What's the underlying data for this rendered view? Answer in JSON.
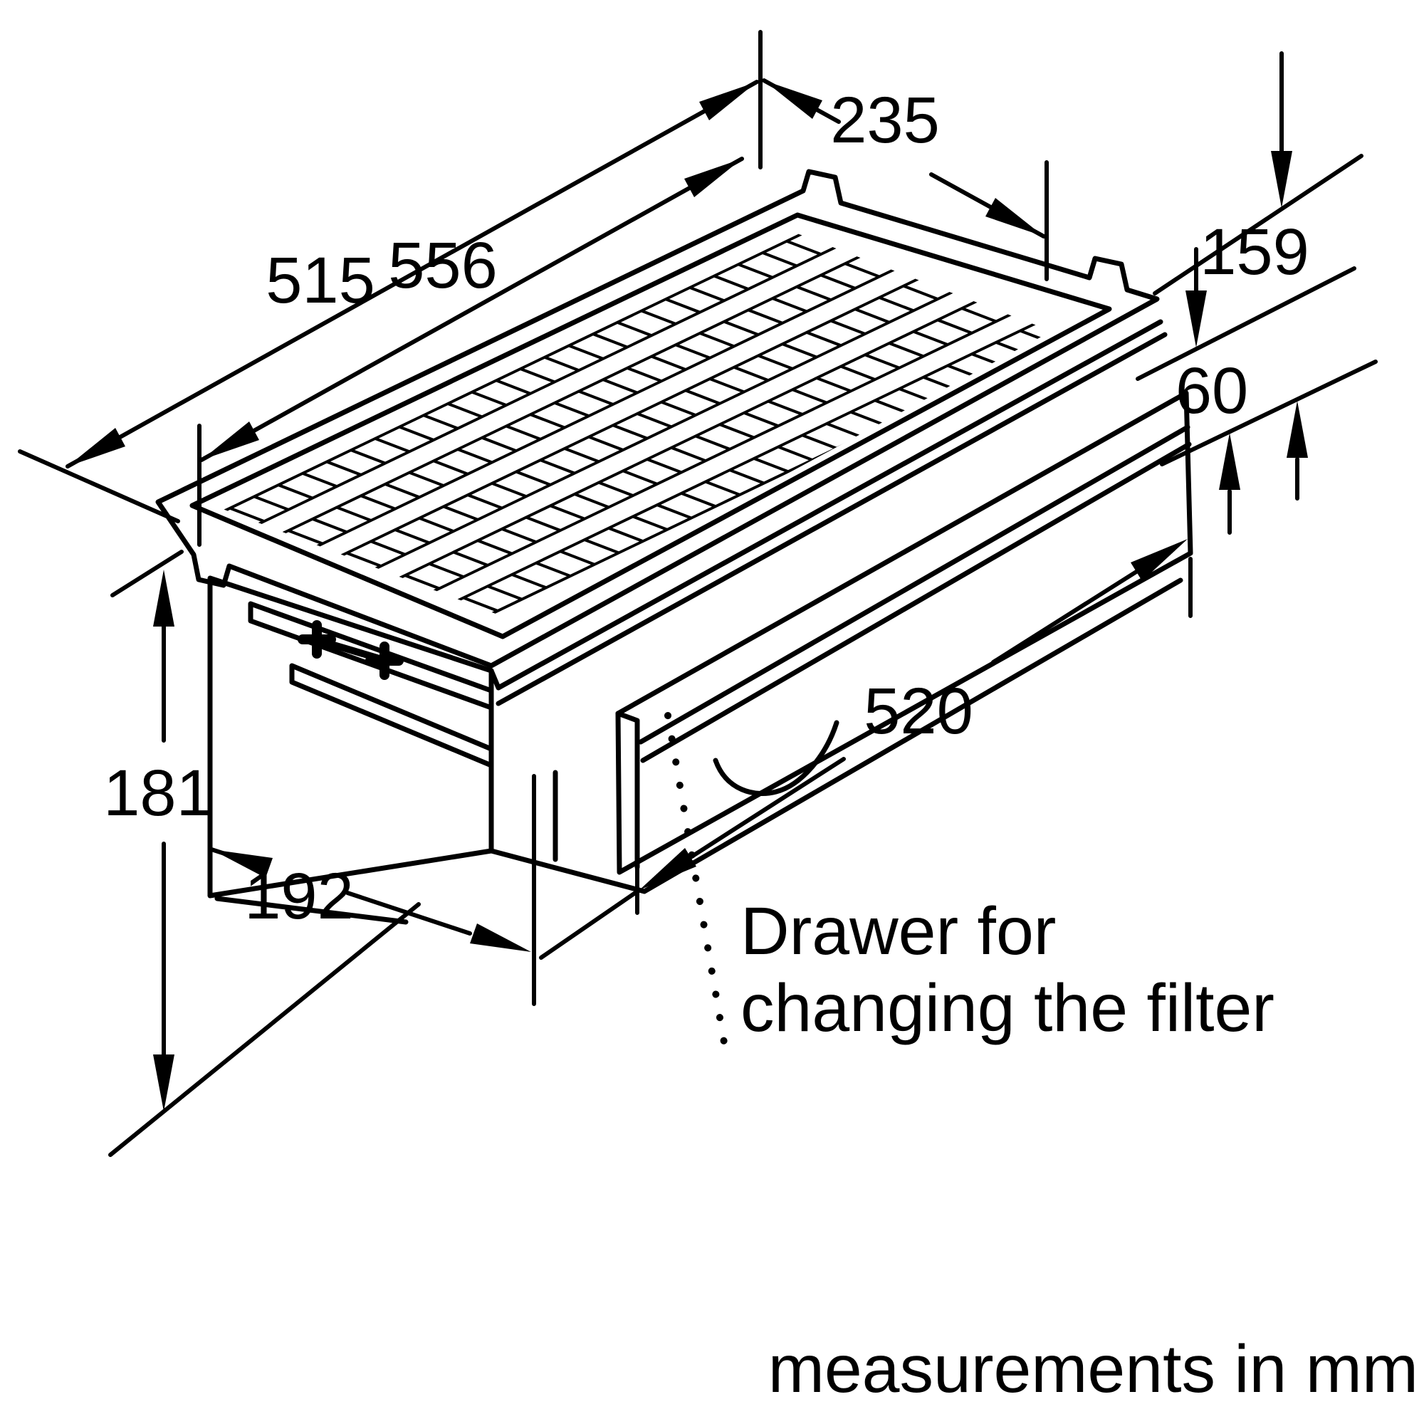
{
  "drawing": {
    "title_hint": "cooker hood installation drawing",
    "dims": {
      "inner_length": "515",
      "outer_length": "556",
      "rear_width": "235",
      "right_height": "159",
      "drawer_front_height": "60",
      "left_height": "181",
      "left_depth": "192",
      "drawer_length": "520"
    },
    "annotation": {
      "note_line1": "Drawer for",
      "note_line2": "changing the filter"
    },
    "footer": "measurements in mm",
    "colors": {
      "line": "#000000",
      "background": "#ffffff"
    }
  }
}
